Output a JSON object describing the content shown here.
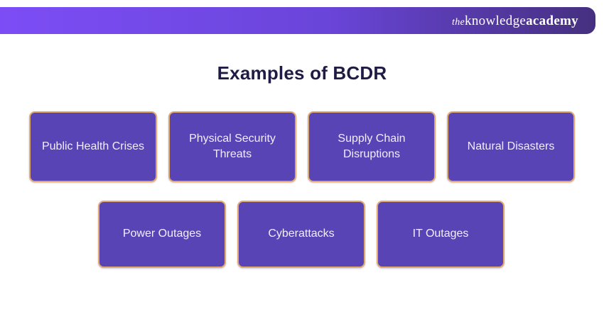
{
  "header": {
    "logo": {
      "prefix": "the",
      "word1": "knowledge",
      "word2": "academy"
    },
    "colors": {
      "gradient_left": "#7c4df6",
      "gradient_right": "#45307f"
    }
  },
  "title": {
    "text": "Examples of BCDR",
    "color": "#201b44"
  },
  "cards": {
    "fill_color": "#5844b4",
    "border_color": "#e2a96f",
    "text_color": "#f2eefc",
    "row1": [
      {
        "label": "Public Health Crises"
      },
      {
        "label": "Physical Security Threats"
      },
      {
        "label": "Supply Chain Disruptions"
      },
      {
        "label": "Natural Disasters"
      }
    ],
    "row2": [
      {
        "label": "Power Outages"
      },
      {
        "label": "Cyberattacks"
      },
      {
        "label": "IT Outages"
      }
    ]
  }
}
